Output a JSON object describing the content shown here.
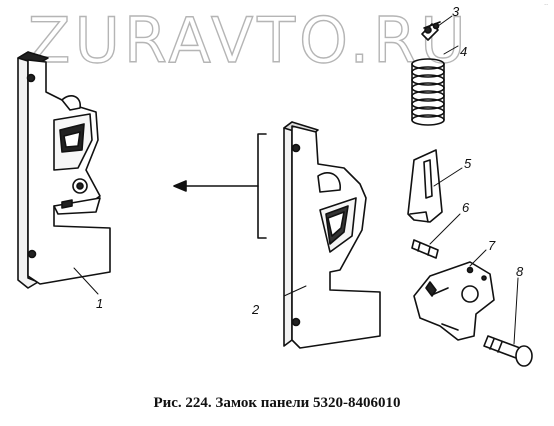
{
  "watermark": "ZURAVTO.RU",
  "caption": "Рис. 224. Замок панели 5320-8406010",
  "callouts": [
    "1",
    "2",
    "3",
    "4",
    "5",
    "6",
    "7",
    "8"
  ],
  "corner_mark": "··"
}
